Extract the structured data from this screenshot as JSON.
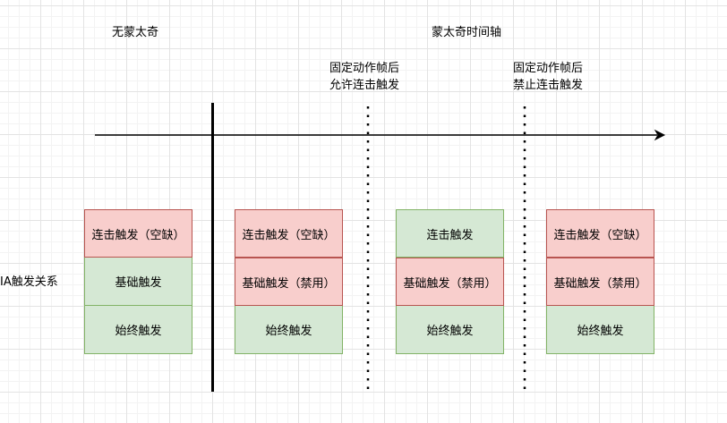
{
  "headings": {
    "no_montage": "无蒙太奇",
    "montage_timeline": "蒙太奇时间轴"
  },
  "markers": [
    {
      "line1": "固定动作帧后",
      "line2": "允许连击触发"
    },
    {
      "line1": "固定动作帧后",
      "line2": "禁止连击触发"
    }
  ],
  "row_label": "IA触发关系",
  "colors": {
    "red_fill": "#f8cecc",
    "red_stroke": "#b85450",
    "green_fill": "#d5e8d4",
    "green_stroke": "#82b366"
  },
  "columns": [
    {
      "name": "no-montage",
      "cells": [
        {
          "text": "连击触发（空缺）",
          "state": "red"
        },
        {
          "text": "基础触发",
          "state": "green"
        },
        {
          "text": "始终触发",
          "state": "green"
        }
      ]
    },
    {
      "name": "montage-start",
      "cells": [
        {
          "text": "连击触发（空缺）",
          "state": "red"
        },
        {
          "text": "基础触发（禁用）",
          "state": "red"
        },
        {
          "text": "始终触发",
          "state": "green"
        }
      ]
    },
    {
      "name": "combo-allowed",
      "cells": [
        {
          "text": "连击触发",
          "state": "green"
        },
        {
          "text": "基础触发（禁用）",
          "state": "red"
        },
        {
          "text": "始终触发",
          "state": "green"
        }
      ]
    },
    {
      "name": "combo-forbidden",
      "cells": [
        {
          "text": "连击触发（空缺）",
          "state": "red"
        },
        {
          "text": "基础触发（禁用）",
          "state": "red"
        },
        {
          "text": "始终触发",
          "state": "green"
        }
      ]
    }
  ]
}
